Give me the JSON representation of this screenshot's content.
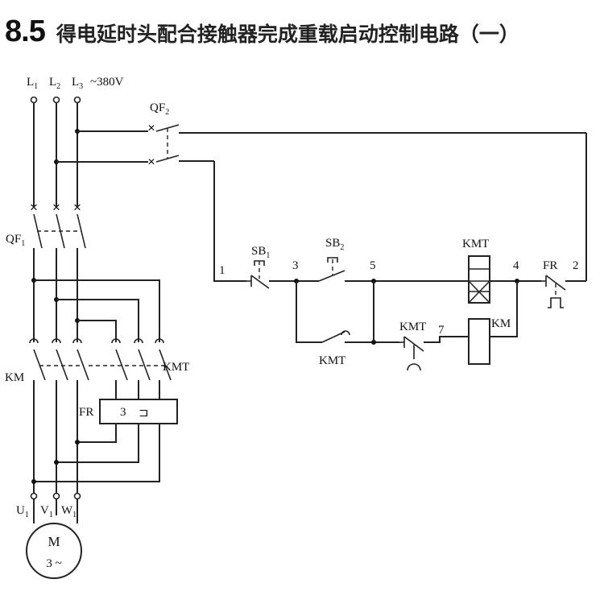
{
  "title": {
    "number": "8.5",
    "text": "得电延时头配合接触器完成重载启动控制电路（一）"
  },
  "supply": {
    "L1": "L",
    "L1_sub": "1",
    "L2": "L",
    "L2_sub": "2",
    "L3": "L",
    "L3_sub": "3",
    "voltage": "~380V"
  },
  "labels": {
    "qf2": "QF",
    "qf2_sub": "2",
    "qf1": "QF",
    "qf1_sub": "1",
    "km_main": "KM",
    "kmt_main": "KMT",
    "fr_box": "FR",
    "fr_box_num": "3",
    "fr_box_sym": "⊐",
    "U": "U",
    "U_sub": "1",
    "V": "V",
    "V_sub": "1",
    "W": "W",
    "W_sub": "1",
    "motor_m": "M",
    "motor_phase": "3 ~",
    "sb1": "SB",
    "sb1_sub": "1",
    "sb2": "SB",
    "sb2_sub": "2",
    "kmt_coil": "KMT",
    "fr_ctrl": "FR",
    "node1": "1",
    "node3": "3",
    "node5": "5",
    "node4": "4",
    "node2": "2",
    "kmt_hold": "KMT",
    "kmt_timed": "KMT",
    "node7": "7",
    "km_coil": "KM"
  }
}
